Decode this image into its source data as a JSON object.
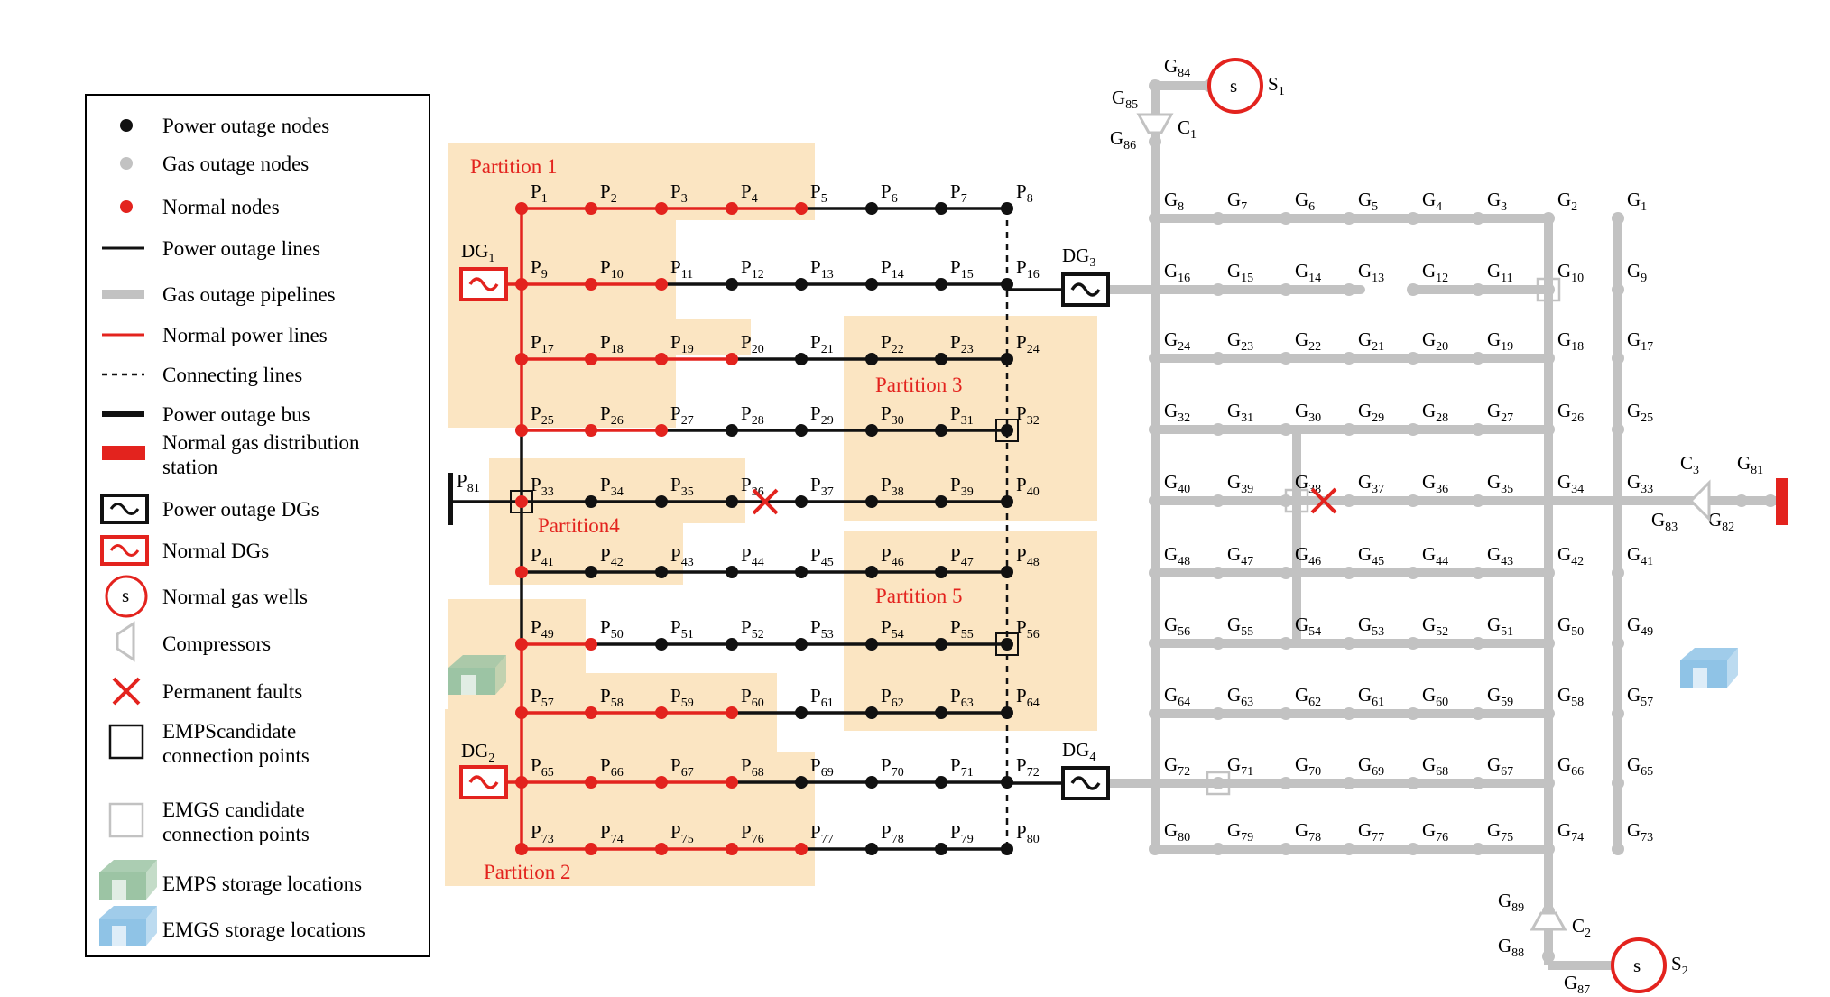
{
  "colors": {
    "partition_fill": "#fbe5c2",
    "normal_red": "#e3231e",
    "gas_gray": "#c2c2c2",
    "outage_black": "#111111",
    "emps_green": "#9cc4a4",
    "emgs_blue": "#8fc3e6"
  },
  "legend": {
    "items": [
      {
        "icon": "black-dot-icon",
        "label": "Power outage nodes"
      },
      {
        "icon": "gray-dot-icon",
        "label": "Gas outage nodes"
      },
      {
        "icon": "red-dot-icon",
        "label": "Normal nodes"
      },
      {
        "icon": "black-line-icon",
        "label": "Power outage lines"
      },
      {
        "icon": "gray-thick-line-icon",
        "label": "Gas outage pipelines"
      },
      {
        "icon": "red-line-icon",
        "label": "Normal power lines"
      },
      {
        "icon": "dashed-line-icon",
        "label": "Connecting lines"
      },
      {
        "icon": "black-bus-icon",
        "label": "Power outage bus"
      },
      {
        "icon": "red-bar-icon",
        "label": "Normal gas distribution",
        "label2": "station"
      },
      {
        "icon": "black-dg-icon",
        "label": "Power outage DGs"
      },
      {
        "icon": "red-dg-icon",
        "label": "Normal DGs"
      },
      {
        "icon": "gas-well-icon",
        "label": "Normal gas wells"
      },
      {
        "icon": "compressor-icon",
        "label": "Compressors"
      },
      {
        "icon": "fault-x-icon",
        "label": "Permanent faults"
      },
      {
        "icon": "black-square-icon",
        "label": "EMPScandidate",
        "label2": "connection points"
      },
      {
        "icon": "gray-square-icon",
        "label": "EMGS candidate",
        "label2": "connection points"
      },
      {
        "icon": "green-house-icon",
        "label": "EMPS storage locations"
      },
      {
        "icon": "blue-house-icon",
        "label": "EMGS storage locations"
      }
    ]
  },
  "partitions": [
    {
      "label": "Partition 1"
    },
    {
      "label": "Partition 2"
    },
    {
      "label": "Partition 3"
    },
    {
      "label": "Partition4"
    },
    {
      "label": "Partition 5"
    }
  ],
  "power": {
    "bus_label": "P",
    "bus_index": "81",
    "dgs": [
      "DG",
      "DG",
      "DG",
      "DG"
    ],
    "dg_indices": [
      "1",
      "2",
      "3",
      "4"
    ]
  },
  "gas": {
    "wells": [
      {
        "label": "s",
        "name": "S",
        "index": "1"
      },
      {
        "label": "s",
        "name": "S",
        "index": "2"
      }
    ],
    "compressors": [
      {
        "name": "C",
        "index": "1"
      },
      {
        "name": "C",
        "index": "2"
      },
      {
        "name": "C",
        "index": "3"
      }
    ]
  }
}
